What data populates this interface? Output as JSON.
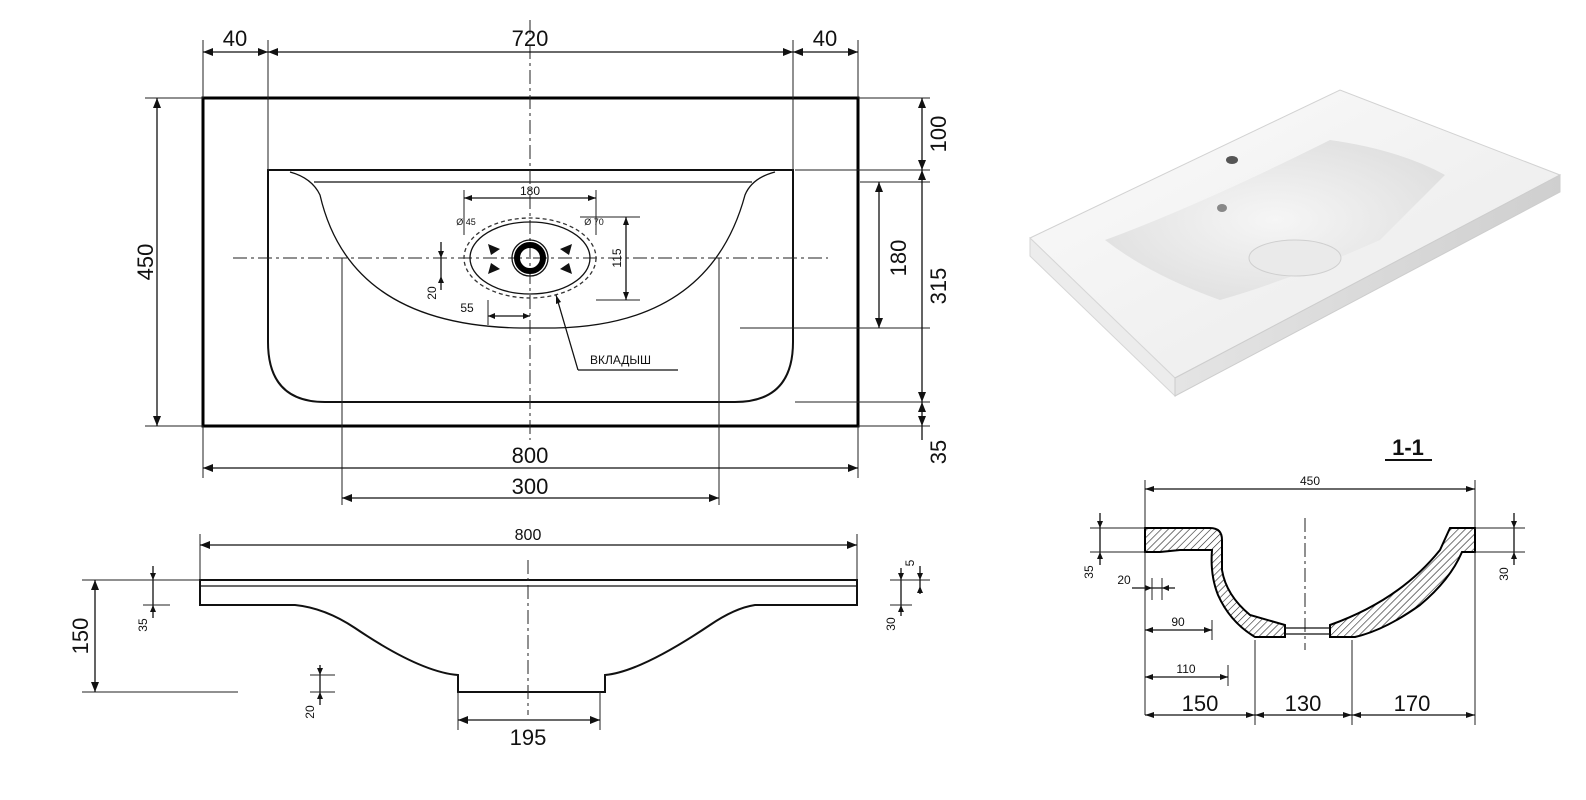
{
  "top_view": {
    "dim_left_margin": "40",
    "dim_inner_width": "720",
    "dim_right_margin": "40",
    "dim_total_width": "800",
    "dim_bowl_width": "300",
    "dim_depth": "450",
    "dim_top_offset": "100",
    "dim_bowl_depth": "180",
    "dim_front": "315",
    "dim_rim": "35",
    "dim_tap_span": "180",
    "dim_tap_height": "115",
    "dim_drain_offset_y": "20",
    "dim_drain_offset_x": "55",
    "label_d45": "Ø 45",
    "label_d70": "Ø 70",
    "label_insert": "ВКЛАДЫШ"
  },
  "side_view": {
    "dim_width": "800",
    "dim_height": "150",
    "dim_top": "35",
    "dim_right_thickness": "30",
    "dim_right_small": "5",
    "dim_bottom": "20",
    "dim_base": "195"
  },
  "section": {
    "title": "1-1",
    "dim_width": "450",
    "dim_left_top": "35",
    "dim_left_wall": "20",
    "dim_right_top": "30",
    "dim_inner_90": "90",
    "dim_inner_110": "110",
    "dim_seg_1": "150",
    "dim_seg_2": "130",
    "dim_seg_3": "170"
  }
}
